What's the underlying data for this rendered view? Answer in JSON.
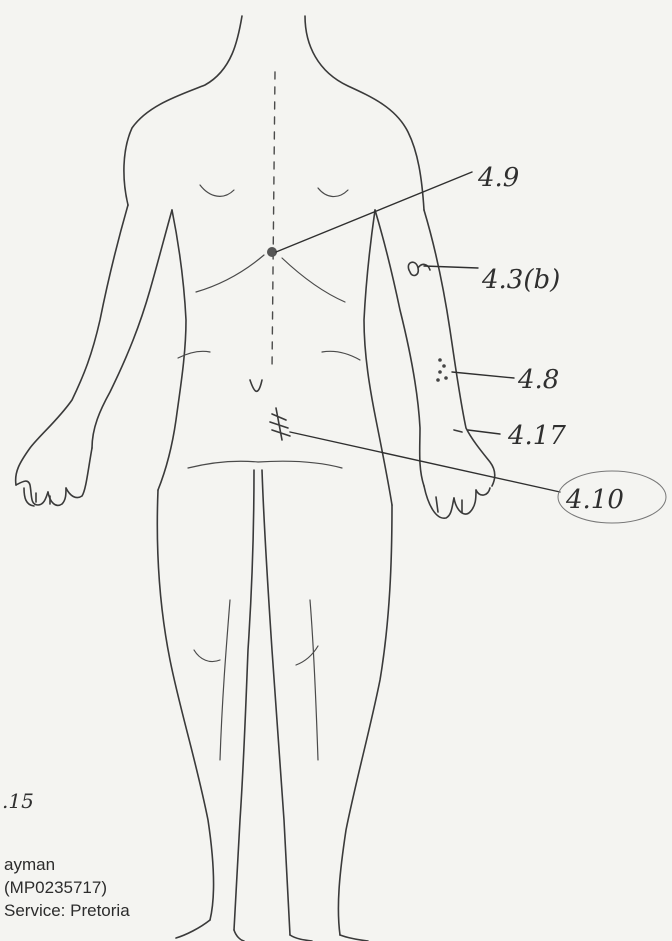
{
  "annotations": [
    {
      "id": "4.9",
      "label": "4.9"
    },
    {
      "id": "4.3b",
      "label": "4.3(b)"
    },
    {
      "id": "4.8",
      "label": "4.8"
    },
    {
      "id": "4.17",
      "label": "4.17"
    },
    {
      "id": "4.10",
      "label": "4.10"
    }
  ],
  "margin_note": ".15",
  "footer_lines": [
    "ayman",
    "(MP0235717)",
    "Service: Pretoria"
  ]
}
